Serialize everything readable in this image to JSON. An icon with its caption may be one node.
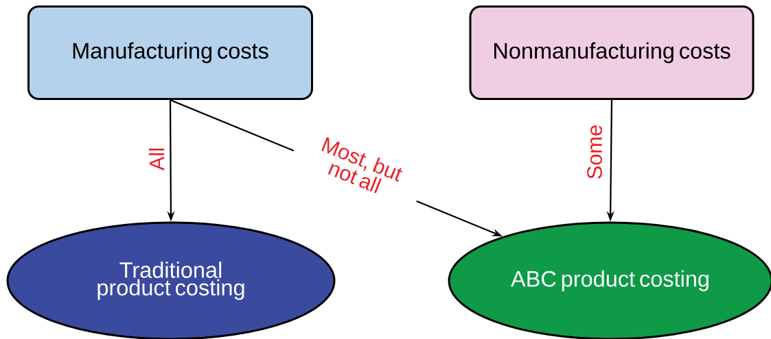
{
  "diagram": {
    "nodes": [
      {
        "text": [
          "Manufacturing costs"
        ]
      },
      {
        "text": [
          "Nonmanufacturing costs"
        ]
      },
      {
        "text": [
          "Traditional product costing"
        ]
      },
      {
        "text": [
          "ABC product costing"
        ]
      }
    ],
    "edges": [
      {
        "from": 0,
        "to": 2,
        "arrow": "to",
        "label": "All"
      },
      {
        "from": 0,
        "to": 3,
        "arrow": "to",
        "label": "Most, but not all"
      },
      {
        "from": 1,
        "to": 3,
        "arrow": "to",
        "label": "Some"
      }
    ]
  }
}
